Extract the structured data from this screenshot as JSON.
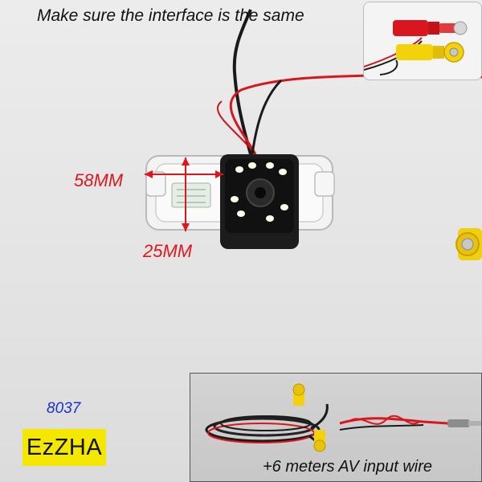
{
  "caption": {
    "top": "Make sure the interface is the same"
  },
  "dimensions": {
    "width_label": "58MM",
    "height_label": "25MM"
  },
  "product": {
    "code": "8037",
    "brand": "EzZHA"
  },
  "cable_inset": {
    "caption": "+6 meters AV input wire"
  },
  "colors": {
    "cable_red": "#d9161e",
    "cable_black": "#1a1a1a",
    "rca_yellow": "#f3d20a",
    "dimension_red": "#e0161e",
    "brand_yellow": "#f5e800",
    "code_blue": "#1a32c8"
  }
}
